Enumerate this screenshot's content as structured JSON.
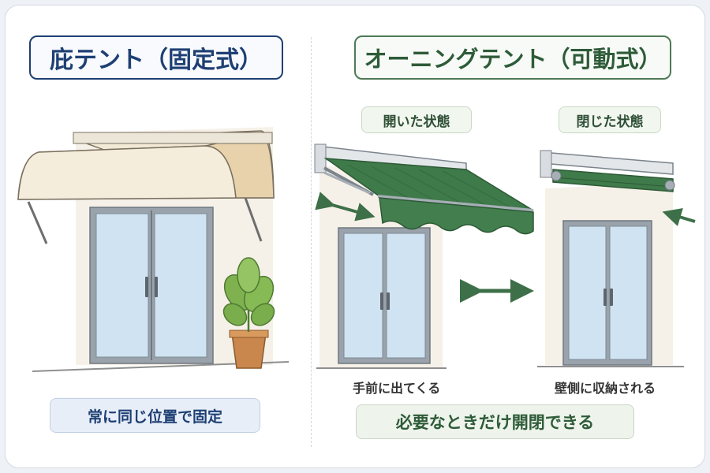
{
  "left": {
    "title": "庇テント（固定式）",
    "bottom_label": "常に同じ位置で固定"
  },
  "right": {
    "title": "オーニングテント（可動式）",
    "open_state_label": "開いた状態",
    "closed_state_label": "閉じた状態",
    "open_caption": "手前に出てくる",
    "closed_caption": "壁側に収納される",
    "bottom_label": "必要なときだけ開閉できる"
  },
  "colors": {
    "left_accent": "#1e3f73",
    "right_accent": "#2e5b38",
    "awning_green": "#3f7a4a",
    "awning_cream": "#f3ead6",
    "glass": "#cfe3f2",
    "frame": "#8e979f"
  },
  "icons": [
    "double-arrow-icon",
    "inward-arrow-icon",
    "plant-icon"
  ]
}
